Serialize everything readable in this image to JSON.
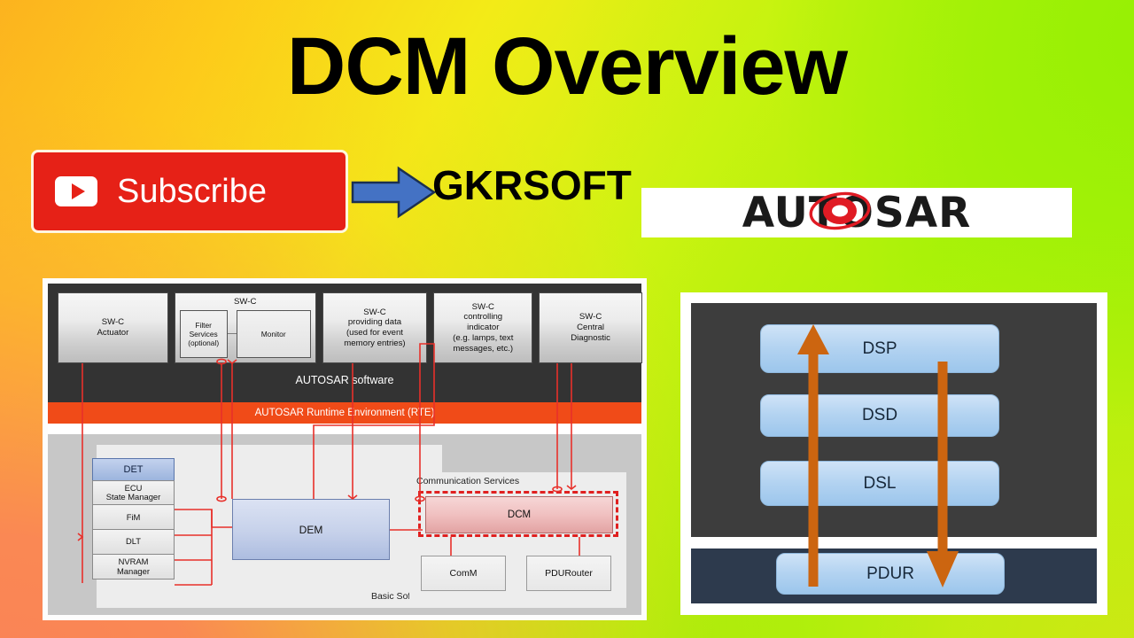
{
  "page": {
    "title": "DCM Overview",
    "background_colors": {
      "top_left": "#FCB21E",
      "top_right": "#96F005",
      "bottom_left": "#FA8058",
      "bottom_right": "#CDE814"
    }
  },
  "subscribe": {
    "label": "Subscribe",
    "icon": "youtube-play-icon",
    "color": "#E62117"
  },
  "arrow": {
    "icon": "right-arrow-icon",
    "color": "#4472C4"
  },
  "brand": {
    "name": "GKRSOFT"
  },
  "autosar_logo": {
    "text_before": "AUT",
    "ring_letter": "O",
    "text_after": "SAR",
    "full_text": "AUTOSAR",
    "ring_color": "#E01B24",
    "text_color": "#1A1A1A"
  },
  "left_diagram": {
    "swc_row": [
      {
        "title": "SW-C",
        "subtitle": "Actuator",
        "sub_boxes": []
      },
      {
        "title": "SW-C",
        "subtitle": "",
        "sub_boxes": [
          "Filter\nServices\n(optional)",
          "Monitor"
        ]
      },
      {
        "title": "SW-C",
        "subtitle": "providing data\n(used for event\nmemory entries)",
        "sub_boxes": []
      },
      {
        "title": "SW-C",
        "subtitle": "controlling\nindicator\n(e.g. lamps, text\nmessages, etc.)",
        "sub_boxes": []
      },
      {
        "title": "SW-C",
        "subtitle": "Central\nDiagnostic",
        "sub_boxes": []
      }
    ],
    "swc_labels": {
      "actuator_title": "SW-C",
      "actuator_sub": "Actuator",
      "monitor_title": "SW-C",
      "filter_services": "Filter Services (optional)",
      "monitor": "Monitor",
      "providing_title": "SW-C",
      "providing_sub": "providing data (used for event memory entries)",
      "controlling_title": "SW-C",
      "controlling_sub": "controlling indicator (e.g. lamps, text messages, etc.)",
      "central_title": "SW-C",
      "central_sub": "Central Diagnostic"
    },
    "autosar_software_label": "AUTOSAR software",
    "rte_label": "AUTOSAR Runtime Environment (RTE)",
    "basic_software_label": "Basic Software",
    "service_stack": [
      "DET",
      "ECU State Manager",
      "FiM",
      "DLT",
      "NVRAM Manager"
    ],
    "dem_label": "DEM",
    "communication_services_label": "Communication Services",
    "dcm_label": "DCM",
    "comm_sub_boxes": [
      "ComM",
      "PDURouter"
    ],
    "highlight_color": "#E02020",
    "rte_color": "#F04B18",
    "autosar_sw_color": "#333333"
  },
  "right_diagram": {
    "upper_layers": [
      "DSP",
      "DSD",
      "DSL"
    ],
    "lower_layer": "PDUR",
    "arrow_up_icon": "arrow-up-icon",
    "arrow_down_icon": "arrow-down-icon",
    "arrow_color": "#CC6510",
    "upper_panel_color": "#3D3D3D",
    "lower_panel_color": "#2D3A4D",
    "layer_color": "#B3D3F1"
  }
}
